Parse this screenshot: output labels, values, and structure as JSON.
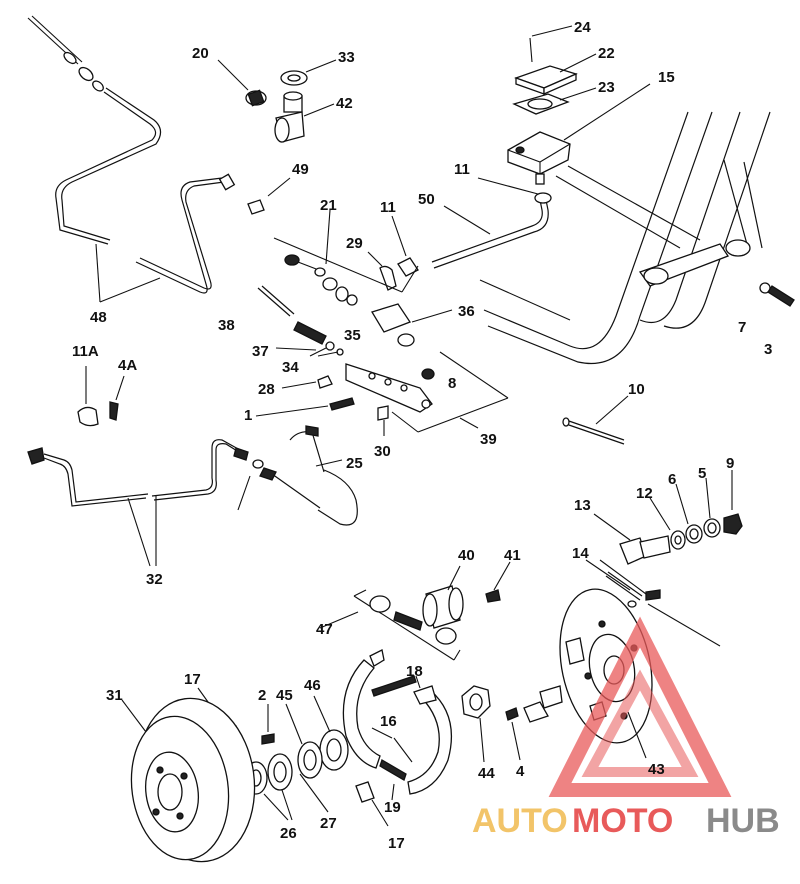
{
  "labels": [
    {
      "id": "20",
      "text": "20"
    },
    {
      "id": "33",
      "text": "33"
    },
    {
      "id": "42",
      "text": "42"
    },
    {
      "id": "24",
      "text": "24"
    },
    {
      "id": "22",
      "text": "22"
    },
    {
      "id": "23",
      "text": "23"
    },
    {
      "id": "15",
      "text": "15"
    },
    {
      "id": "49",
      "text": "49"
    },
    {
      "id": "11a",
      "text": "11"
    },
    {
      "id": "11b",
      "text": "11"
    },
    {
      "id": "50",
      "text": "50"
    },
    {
      "id": "21",
      "text": "21"
    },
    {
      "id": "29",
      "text": "29"
    },
    {
      "id": "48",
      "text": "48"
    },
    {
      "id": "38",
      "text": "38"
    },
    {
      "id": "36",
      "text": "36"
    },
    {
      "id": "7",
      "text": "7"
    },
    {
      "id": "3",
      "text": "3"
    },
    {
      "id": "37",
      "text": "37"
    },
    {
      "id": "35",
      "text": "35"
    },
    {
      "id": "34",
      "text": "34"
    },
    {
      "id": "11A",
      "text": "11A"
    },
    {
      "id": "4A",
      "text": "4A"
    },
    {
      "id": "28",
      "text": "28"
    },
    {
      "id": "8",
      "text": "8"
    },
    {
      "id": "10",
      "text": "10"
    },
    {
      "id": "1",
      "text": "1"
    },
    {
      "id": "39",
      "text": "39"
    },
    {
      "id": "30",
      "text": "30"
    },
    {
      "id": "25",
      "text": "25"
    },
    {
      "id": "9",
      "text": "9"
    },
    {
      "id": "5",
      "text": "5"
    },
    {
      "id": "6",
      "text": "6"
    },
    {
      "id": "12",
      "text": "12"
    },
    {
      "id": "13",
      "text": "13"
    },
    {
      "id": "32",
      "text": "32"
    },
    {
      "id": "40",
      "text": "40"
    },
    {
      "id": "41",
      "text": "41"
    },
    {
      "id": "14",
      "text": "14"
    },
    {
      "id": "47",
      "text": "47"
    },
    {
      "id": "18",
      "text": "18"
    },
    {
      "id": "31",
      "text": "31"
    },
    {
      "id": "17a",
      "text": "17"
    },
    {
      "id": "2",
      "text": "2"
    },
    {
      "id": "45",
      "text": "45"
    },
    {
      "id": "46",
      "text": "46"
    },
    {
      "id": "16",
      "text": "16"
    },
    {
      "id": "44",
      "text": "44"
    },
    {
      "id": "4",
      "text": "4"
    },
    {
      "id": "43",
      "text": "43"
    },
    {
      "id": "19",
      "text": "19"
    },
    {
      "id": "27",
      "text": "27"
    },
    {
      "id": "26",
      "text": "26"
    },
    {
      "id": "17b",
      "text": "17"
    }
  ],
  "watermark": {
    "auto": "AUTO",
    "moto": "MOTO",
    "hub": "HUB",
    "colors": {
      "auto": "#f2c469",
      "moto": "#e85a5a",
      "hub": "#8a8a8a",
      "triangle": "#e85a5a"
    }
  }
}
